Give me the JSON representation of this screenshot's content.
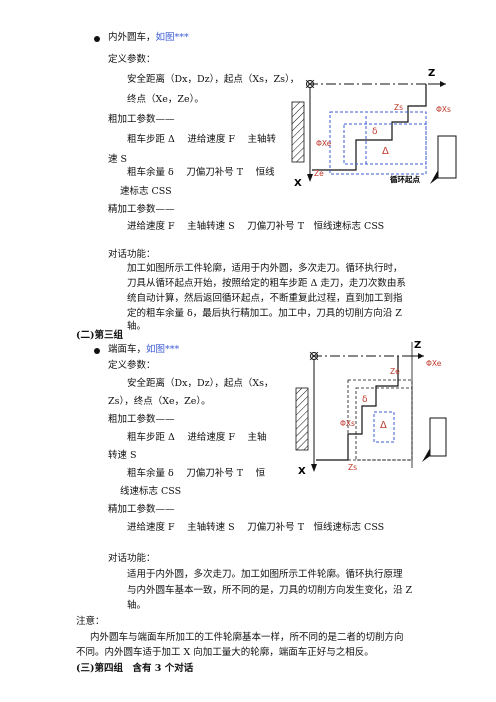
{
  "s1": {
    "heading": "内外圆车，",
    "link": "如图***",
    "def_title": "定义参数：",
    "def_line1": "安全距离（Dx，Dz），起点（Xs，Zs），",
    "def_line2": "终点（Xe，Ze）。",
    "rough_title": "粗加工参数——",
    "rough_line1": "粗车步距 Δ　 进给速度 F　 主轴转",
    "rough_line2": "速 S",
    "rough_line3": "粗车余量 δ　 刀偏刀补号 T　 恒线",
    "rough_line4": "速标志 CSS",
    "finish_title": "精加工参数——",
    "finish_line": "进给速度 F　 主轴转速 S　 刀偏刀补号 T　恒线速标志 CSS",
    "dialog_title": "对话功能：",
    "dialog_lines": [
      "加工如图所示工件轮廓，适用于内外圆，多次走刀。循环执行时，",
      "刀具从循环起点开始，按照给定的粗车步距 Δ 走刀，走刀次数由系",
      "统自动计算，然后返回循环起点，不断重复此过程，直到加工到指",
      "定的粗车余量 δ，最后执行精加工。加工中，刀具的切削方向沿 Z",
      "轴。"
    ]
  },
  "group3_heading": "(二)第三组",
  "s2": {
    "heading": "端面车，",
    "link": "如图***",
    "def_title": "定义参数：",
    "def_line1": "安全距离（Dx，Dz），起点（Xs，",
    "def_line2": "Zs），终点（Xe，Ze）。",
    "rough_title": "粗加工参数——",
    "rough_line1": "粗车步距 Δ　 进给速度 F　 主轴",
    "rough_line2": "转速 S",
    "rough_line3": "粗车余量 δ　 刀偏刀补号 T　 恒",
    "rough_line4": "线速标志 CSS",
    "finish_title": "精加工参数——",
    "finish_line": "进给速度 F　 主轴转速 S　 刀偏刀补号 T　恒线速标志 CSS",
    "dialog_title": "对话功能：",
    "dialog_lines": [
      "适用于内外圆，多次走刀。加工如图所示工件轮廓。循环执行原理",
      "与内外圆车基本一致，所不同的是，刀具的切削方向发生变化，沿 Z",
      "轴。"
    ]
  },
  "note_title": "注意：",
  "note_lines": [
    "内外圆车与端面车所加工的工件轮廓基本一样，所不同的是二者的切削方向",
    "不同。内外圆车适于加工 X 向加工量大的轮廓，端面车正好与之相反。"
  ],
  "group4_heading": "(三)第四组　含有 3 个对话",
  "fig1": {
    "z": "Z",
    "x": "X",
    "zs": "Zs",
    "xs": "ΦXs",
    "xe": "ΦXe",
    "ze": "Ze",
    "delta": "δ",
    "step": "Δ",
    "cycle": "循环起点"
  },
  "fig2": {
    "z": "Z",
    "x": "X",
    "ze": "Ze",
    "xe": "ΦXe",
    "xs": "ΦXs",
    "zs": "Zs",
    "delta": "δ",
    "step": "Δ"
  }
}
